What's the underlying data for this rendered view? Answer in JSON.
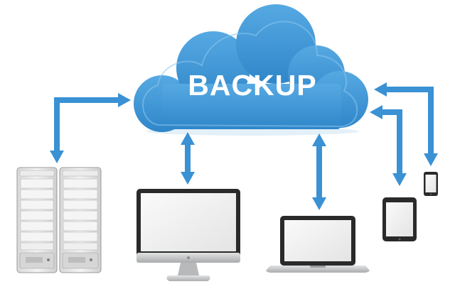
{
  "cloud": {
    "label": "BACKUP"
  },
  "colors": {
    "cloud": "#3d96d6",
    "cloud_highlight": "#7fc0ec",
    "arrow": "#3a91d4",
    "label": "#ffffff",
    "device_frame": "#2a2a2a",
    "device_silver": "#c4c6c8",
    "screen": "#f3f3f3"
  },
  "devices": [
    {
      "id": "servers",
      "icon": "server-rack-icon"
    },
    {
      "id": "desktop",
      "icon": "desktop-monitor-icon"
    },
    {
      "id": "laptop",
      "icon": "laptop-icon"
    },
    {
      "id": "tablet",
      "icon": "tablet-icon"
    },
    {
      "id": "phone",
      "icon": "smartphone-icon"
    }
  ]
}
